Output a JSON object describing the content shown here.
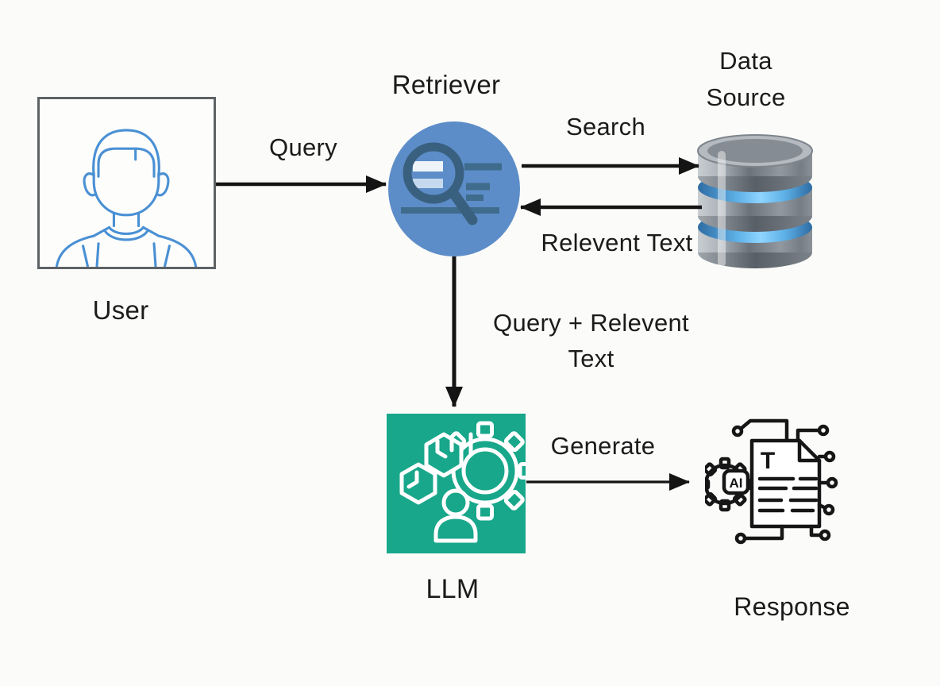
{
  "nodes": {
    "user": {
      "label": "User"
    },
    "retriever": {
      "label": "Retriever"
    },
    "data_source": {
      "label_line1": "Data",
      "label_line2": "Source"
    },
    "llm": {
      "label": "LLM"
    },
    "response": {
      "label": "Response"
    }
  },
  "edges": {
    "query": {
      "label": "Query"
    },
    "search": {
      "label": "Search"
    },
    "relevent_text": {
      "label": "Relevent Text"
    },
    "query_relevent": {
      "label_line1": "Query + Relevent",
      "label_line2": "Text"
    },
    "generate": {
      "label": "Generate"
    }
  },
  "icon_text": {
    "document_letter": "T",
    "ai_badge": "AI"
  },
  "colors": {
    "background": "#fbfbf9",
    "text": "#1b1b1b",
    "arrow": "#141414",
    "retriever_circle": "#5d8dc8",
    "retriever_glyph": "#3a6080",
    "llm_square": "#18a78a",
    "user_outline": "#4a90d4",
    "db_blue_band": "#5fb2e8"
  }
}
